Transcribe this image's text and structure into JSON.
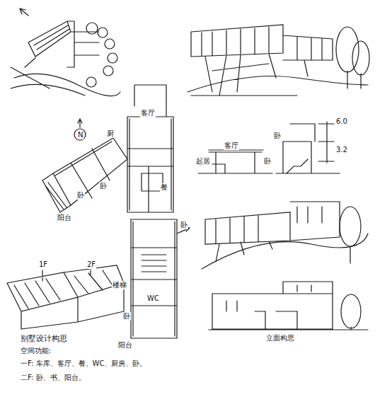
{
  "diagram": {
    "title": "别墅设计构思",
    "labels": [
      "N",
      "客厅",
      "厨",
      "卧",
      "卧",
      "餐",
      "阳台",
      "客厅",
      "起居",
      "卧",
      "卧",
      "6.0",
      "3.2",
      "卧",
      "楼梯",
      "WC",
      "卧",
      "阳台",
      "1F",
      "2F",
      "空间功能:",
      "一F: 车库、客厅、餐、WC、厨房、卧。",
      "二F: 卧、书、阳台。",
      "立面构思"
    ]
  }
}
